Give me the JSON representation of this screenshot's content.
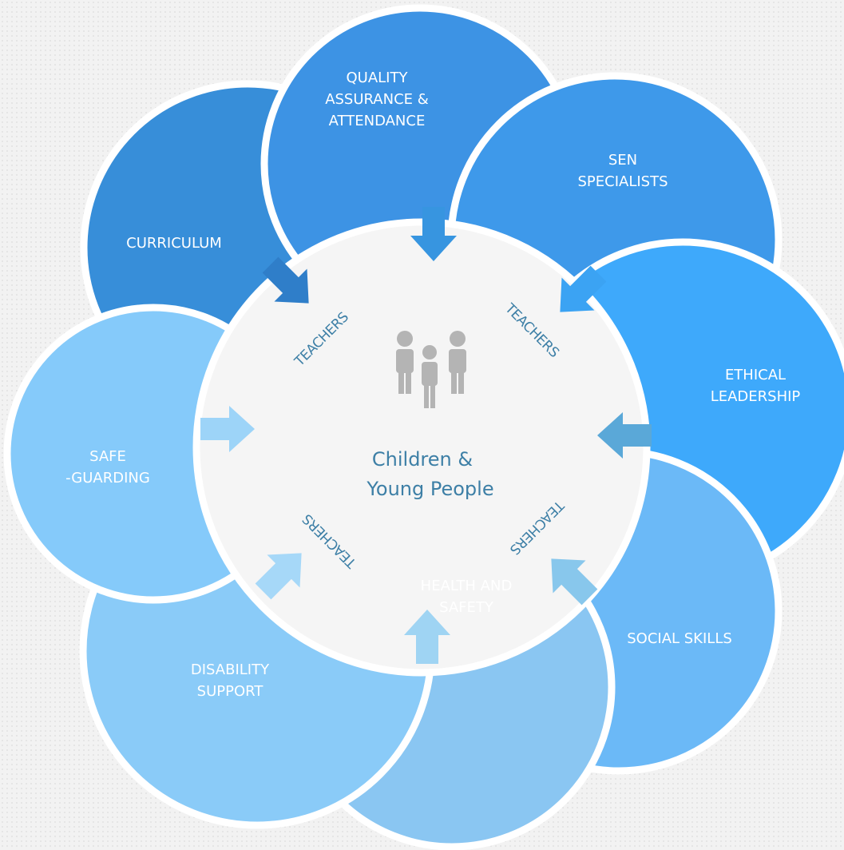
{
  "center": {
    "line1": "Children &",
    "line2": "Young People",
    "icon": "people-group-icon",
    "icon_color": "#b4b4b4",
    "text_color": "#3d7fa6"
  },
  "petals": [
    {
      "id": "quality-assurance-attendance",
      "lines": [
        "QUALITY",
        "ASSURANCE &",
        "ATTENDANCE"
      ],
      "color": "#3d93e4"
    },
    {
      "id": "sen-specialists",
      "lines": [
        "SEN",
        "SPECIALISTS"
      ],
      "color": "#3e99ea"
    },
    {
      "id": "ethical-leadership",
      "lines": [
        "ETHICAL",
        "LEADERSHIP"
      ],
      "color": "#3ea9fb"
    },
    {
      "id": "social-skills",
      "lines": [
        "SOCIAL SKILLS"
      ],
      "color": "#6bb9f7"
    },
    {
      "id": "health-and-safety",
      "lines": [
        "HEALTH AND",
        "SAFETY"
      ],
      "color": "#8ac6f2"
    },
    {
      "id": "disability-support",
      "lines": [
        "DISABILITY",
        "SUPPORT"
      ],
      "color": "#8acbf8"
    },
    {
      "id": "safe-guarding",
      "lines": [
        "SAFE",
        "-GUARDING"
      ],
      "color": "#85cafa"
    },
    {
      "id": "curriculum",
      "lines": [
        "CURRICULUM"
      ],
      "color": "#378ed9"
    }
  ],
  "teachers_labels": [
    "TEACHERS",
    "TEACHERS",
    "TEACHERS",
    "TEACHERS"
  ],
  "arrow_colors": [
    "#3795e0",
    "#3ba3f3",
    "#5aa8d8",
    "#88c7ec",
    "#9fd4f3",
    "#a6d8f8",
    "#9dd4f8",
    "#2f7ec9"
  ]
}
